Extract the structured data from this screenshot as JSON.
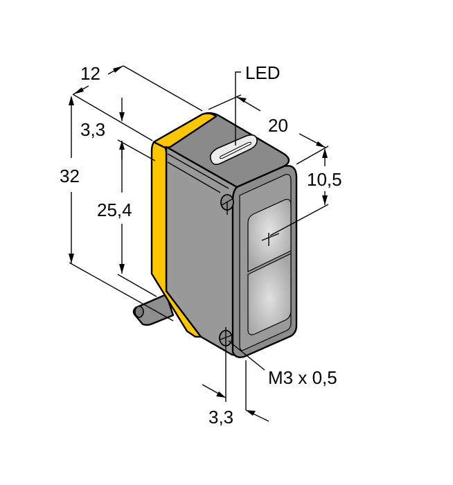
{
  "diagram": {
    "type": "technical-dimension-drawing",
    "subject": "photoelectric sensor housing",
    "colors": {
      "housing": "#9a9a9a",
      "housing_dark": "#7f7f7f",
      "accent_stripe": "#fdc600",
      "lens": "#d4d4d4",
      "line": "#000000",
      "background": "#ffffff"
    },
    "labels": {
      "width_top": "12",
      "offset_top": "3,3",
      "height_total": "32",
      "hole_spacing": "25,4",
      "led": "LED",
      "depth": "20",
      "lens_offset": "10,5",
      "thread": "M3 x 0,5",
      "offset_bottom": "3,3"
    }
  }
}
